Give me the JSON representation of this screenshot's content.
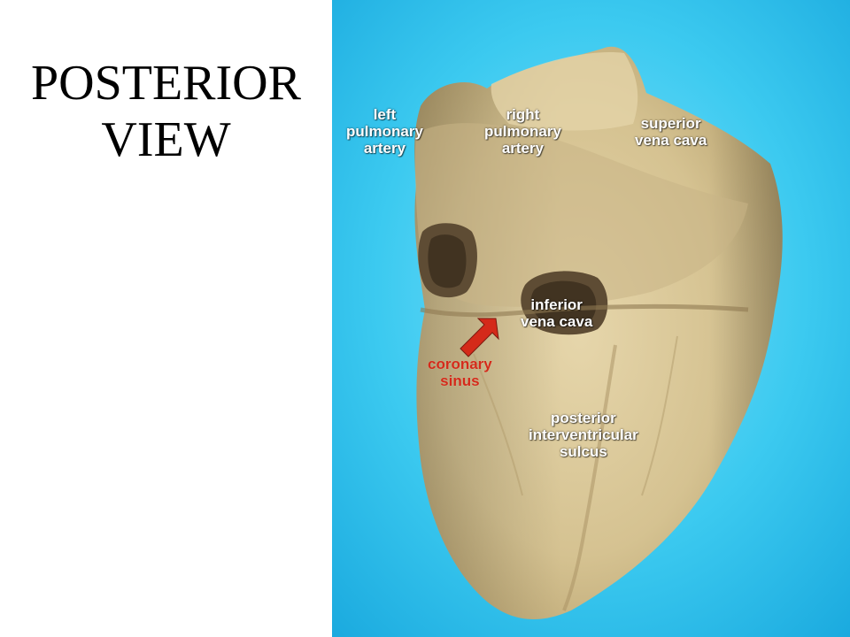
{
  "slide": {
    "title_lines": [
      "POSTERIOR",
      "VIEW"
    ],
    "background_color": "#ffffff",
    "photo_background_color": "#2fc4ee"
  },
  "labels": {
    "left_pulmonary_artery": [
      "left",
      "pulmonary",
      "artery"
    ],
    "right_pulmonary_artery": [
      "right",
      "pulmonary",
      "artery"
    ],
    "superior_vena_cava": [
      "superior",
      "vena cava"
    ],
    "inferior_vena_cava": [
      "inferior",
      "vena cava"
    ],
    "coronary_sinus": [
      "coronary",
      "sinus"
    ],
    "posterior_interventricular_sulcus": [
      "posterior",
      "interventricular",
      "sulcus"
    ]
  },
  "colors": {
    "label_text": "#ffffff",
    "highlight_label": "#d42a1a",
    "arrow": "#d42a1a",
    "heart_tissue": "#d9c79b"
  }
}
